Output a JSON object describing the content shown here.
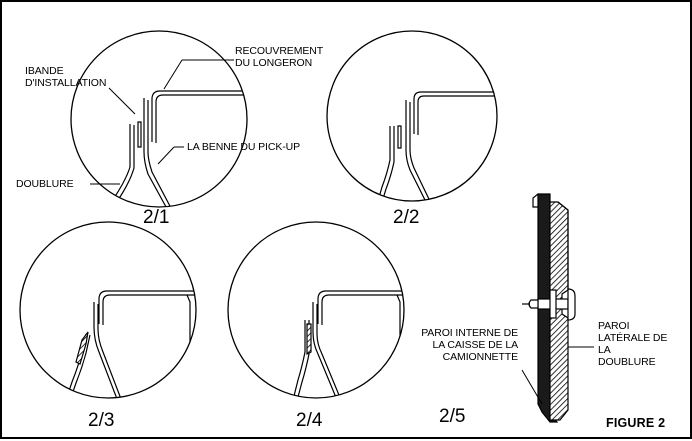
{
  "figure": {
    "title": "FIGURE 2",
    "callouts": {
      "recouvrement": [
        "RECOUVREMENT",
        "DU LONGERON"
      ],
      "bande": [
        "IBANDE",
        "D'INSTALLATION"
      ],
      "benne": [
        "LA BENNE DU PICK-UP"
      ],
      "doublure": [
        "DOUBLURE"
      ],
      "paroi_interne": [
        "PAROI INTERNE DE",
        "LA CAISSE DE LA",
        "CAMIONNETTE"
      ],
      "paroi_laterale": [
        "PAROI",
        "LATÉRALE DE",
        "LA",
        "DOUBLURE"
      ]
    },
    "panels": [
      {
        "id": "2-1",
        "label": "2/1"
      },
      {
        "id": "2-2",
        "label": "2/2"
      },
      {
        "id": "2-3",
        "label": "2/3"
      },
      {
        "id": "2-4",
        "label": "2/4"
      },
      {
        "id": "2-5",
        "label": "2/5"
      }
    ]
  }
}
